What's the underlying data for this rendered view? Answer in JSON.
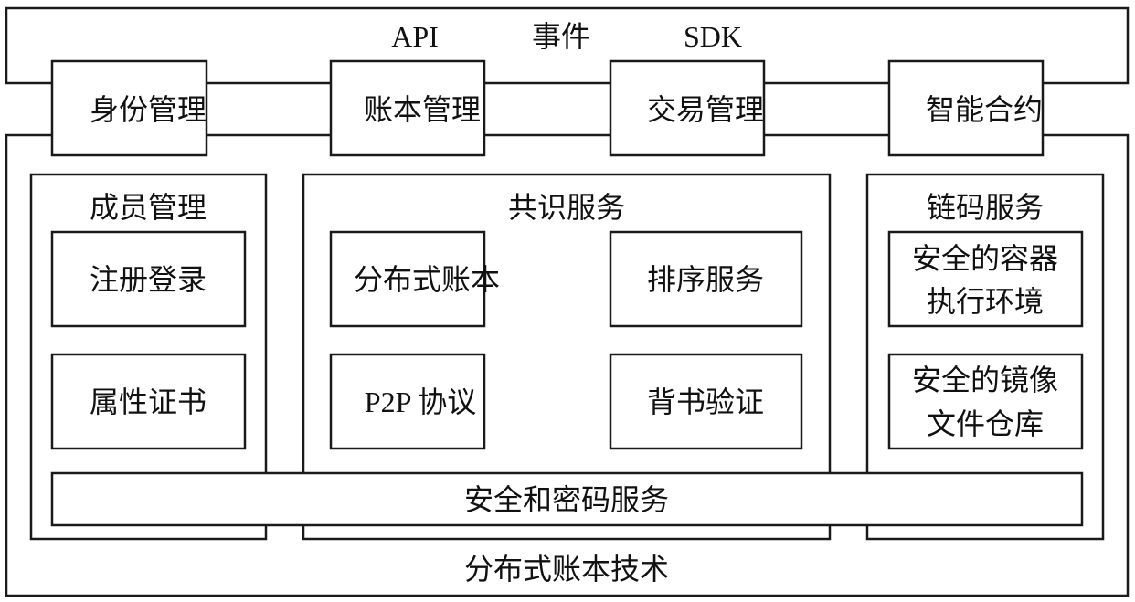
{
  "top_band": {
    "api": "API",
    "events": "事件",
    "sdk": "SDK"
  },
  "top_modules": [
    "身份管理",
    "账本管理",
    "交易管理",
    "智能合约"
  ],
  "member_panel": {
    "title": "成员管理",
    "items": [
      "注册登录",
      "属性证书"
    ]
  },
  "consensus_panel": {
    "title": "共识服务",
    "items": [
      "分布式账本",
      "排序服务",
      "P2P 协议",
      "背书验证"
    ]
  },
  "chaincode_panel": {
    "title": "链码服务",
    "items": [
      [
        "安全的容器",
        "执行环境"
      ],
      [
        "安全的镜像",
        "文件仓库"
      ]
    ]
  },
  "security_bar": "安全和密码服务",
  "bottom_label": "分布式账本技术"
}
